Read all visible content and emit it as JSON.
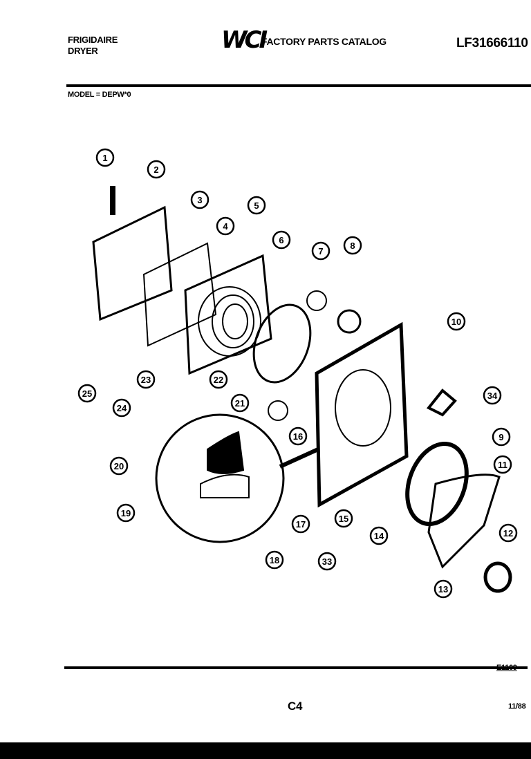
{
  "header": {
    "brand": "FRIGIDAIRE",
    "product": "DRYER",
    "logo": "WCI",
    "catalog_title": "FACTORY PARTS CATALOG",
    "part_number": "LF31666110",
    "model": "MODEL = DEPW*0"
  },
  "footer": {
    "drawing_code": "E1109",
    "page": "C4",
    "date": "11/88"
  },
  "callouts": [
    "1",
    "2",
    "3",
    "4",
    "5",
    "6",
    "7",
    "8",
    "10",
    "22",
    "23",
    "24",
    "25",
    "21",
    "16",
    "34",
    "9",
    "11",
    "12",
    "13",
    "14",
    "15",
    "33",
    "17",
    "18",
    "19",
    "20"
  ]
}
